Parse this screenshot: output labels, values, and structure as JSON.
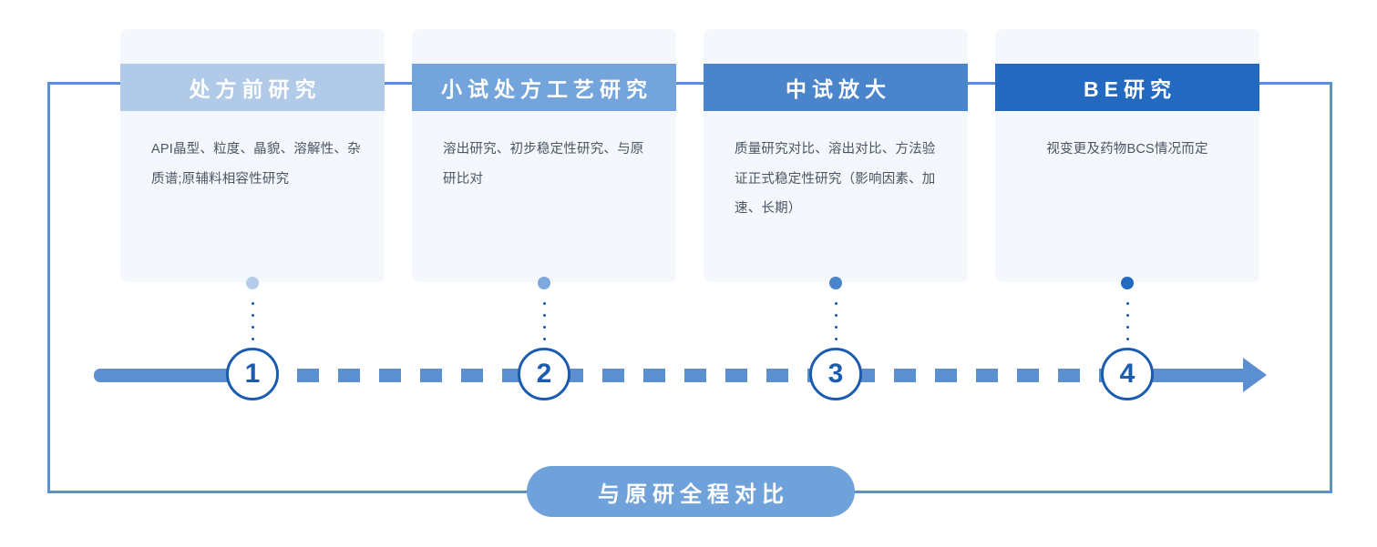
{
  "diagram": {
    "title": "",
    "colors": {
      "stage1_header": "#b0cae8",
      "stage2_header": "#74a4dc",
      "stage3_header": "#4a84ca",
      "stage4_header": "#2269bf",
      "card_body_bg": "#f4f7fb",
      "axis": "#5b8fd1",
      "node_border": "#1b5cb0",
      "bracket": "#5b8fd1",
      "pill": "#6fa1da"
    },
    "stages": [
      {
        "number": "1",
        "title": "处方前研究",
        "body": "API晶型、粒度、晶貌、溶解性、杂质谱;原辅料相容性研究"
      },
      {
        "number": "2",
        "title": "小试处方工艺研究",
        "body": "溶出研究、初步稳定性研究、与原研比对"
      },
      {
        "number": "3",
        "title": "中试放大",
        "body": "质量研究对比、溶出对比、方法验证正式稳定性研究（影响因素、加速、长期）"
      },
      {
        "number": "4",
        "title": "BE研究",
        "body": "视变更及药物BCS情况而定"
      }
    ],
    "footer_pill": "与原研全程对比"
  }
}
